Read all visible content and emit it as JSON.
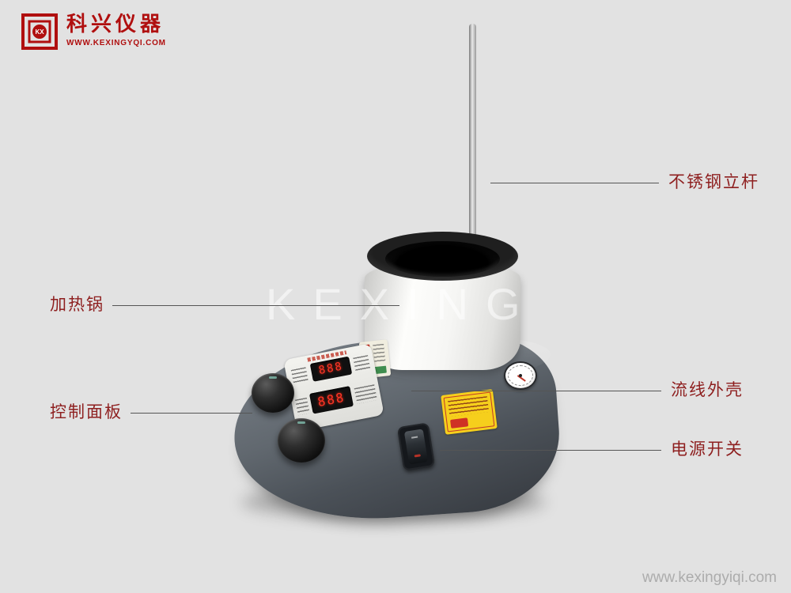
{
  "page": {
    "background": "#e2e2e2"
  },
  "logo": {
    "monogram": "KX",
    "brand": "科兴仪器",
    "website": "WWW.KEXINGYQI.COM",
    "color": "#b00f0f"
  },
  "callouts": {
    "rod": {
      "label": "不锈钢立杆"
    },
    "pot": {
      "label": "加热锅"
    },
    "shell": {
      "label": "流线外壳"
    },
    "panel": {
      "label": "控制面板"
    },
    "power": {
      "label": "电源开关"
    }
  },
  "device": {
    "display_top": "888",
    "display_bottom": "888"
  },
  "watermarks": {
    "center": "KEXING",
    "corner": "www.kexingyiqi.com"
  },
  "colors": {
    "callout_text": "#8e1f1f",
    "callout_line": "#555555",
    "digit_red": "#ff3525",
    "warning_yellow": "#f6cf1c",
    "housing_gray": "#5b6169"
  }
}
